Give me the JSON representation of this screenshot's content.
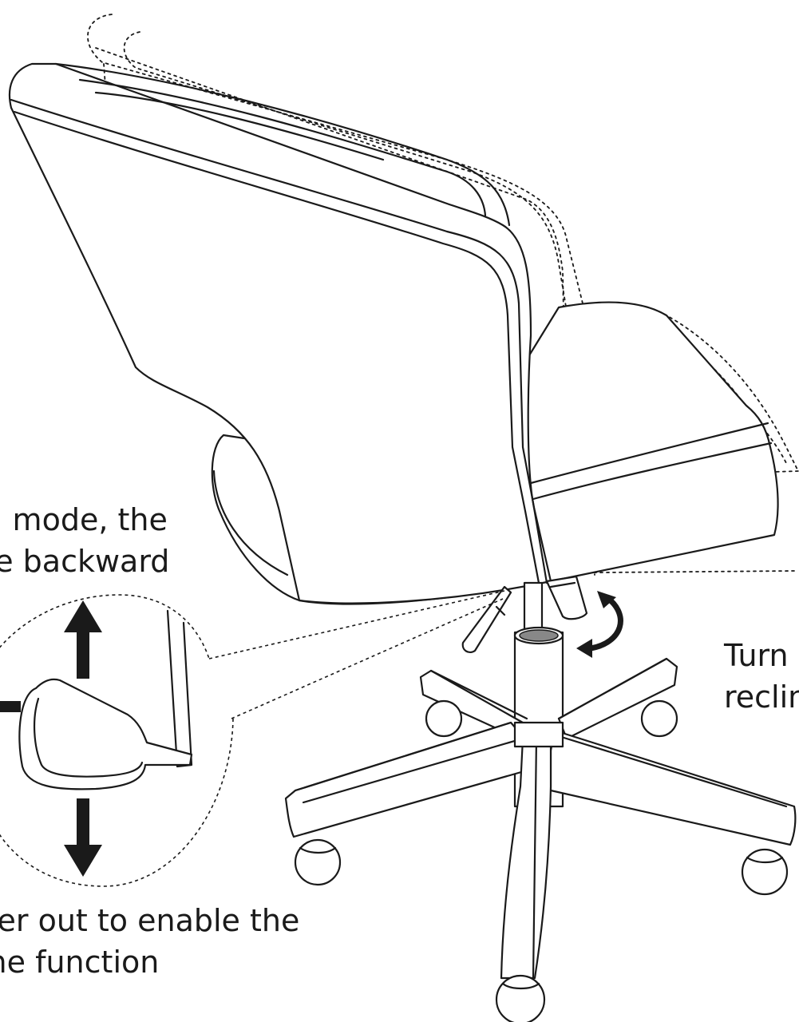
{
  "callouts": {
    "mode_text_line1": "\" mode, the",
    "mode_text_line2": "line backward",
    "lever_text_line1": "ver out to enable the",
    "lever_text_line2": "ine function",
    "turn_text_line1": "Turn",
    "turn_text_line2": "reclin"
  },
  "colors": {
    "ink": "#1a1a1a",
    "background": "#ffffff"
  },
  "icons": {
    "up_arrow": "up-arrow-icon",
    "down_arrow": "down-arrow-icon",
    "rotate_arrow": "rotate-arrow-icon"
  }
}
